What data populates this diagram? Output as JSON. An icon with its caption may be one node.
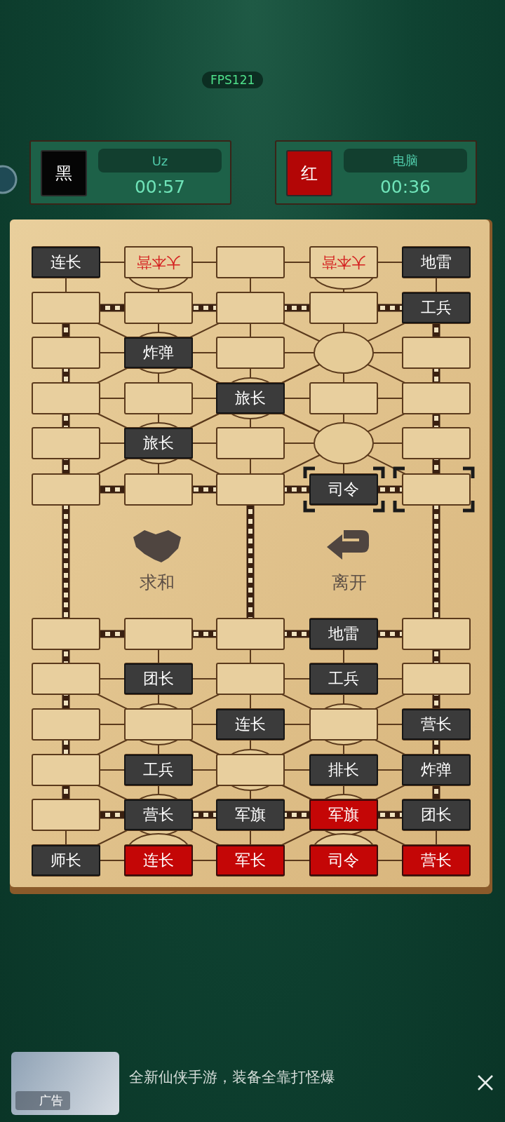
{
  "diagram": {
    "labels": [
      "FPS121",
      "黑",
      "Uz",
      "00:57",
      "红",
      "电脑",
      "00:36",
      "连长",
      "大本营",
      "大本营",
      "地雷",
      "工兵",
      "炸弹",
      "旅长",
      "旅长",
      "司令",
      "求和",
      "离开",
      "地雷",
      "团长",
      "工兵",
      "连长",
      "营长",
      "工兵",
      "排长",
      "炸弹",
      "营长",
      "军旗",
      "军旗",
      "团长",
      "师长",
      "连长",
      "军长",
      "司令",
      "营长",
      "广告",
      "全新仙侠手游，装备全靠打怪爆"
    ]
  }
}
